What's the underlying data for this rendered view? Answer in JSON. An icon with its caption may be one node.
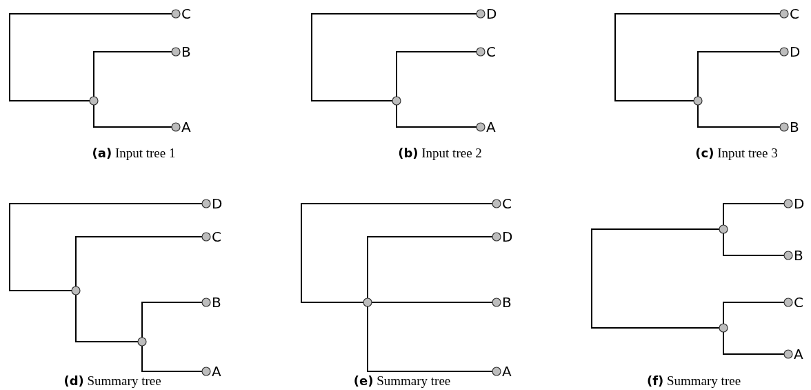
{
  "diagram": {
    "nodes": [
      {
        "text": [
          "**(a)** Input tree 1"
        ]
      },
      {
        "text": [
          "C"
        ],
        "in": 0
      },
      {
        "text": [
          "B"
        ],
        "in": 0
      },
      {
        "text": [],
        "shape": "circle",
        "in": 0
      },
      {
        "text": [
          "A"
        ],
        "in": 0
      },
      {
        "text": [
          "**(b)** Input tree 2"
        ]
      },
      {
        "text": [
          "D"
        ],
        "in": 5
      },
      {
        "text": [
          "C"
        ],
        "in": 5
      },
      {
        "text": [],
        "shape": "circle",
        "in": 5
      },
      {
        "text": [
          "A"
        ],
        "in": 5
      },
      {
        "text": [
          "**(c)** Input tree 3"
        ]
      },
      {
        "text": [
          "C"
        ],
        "in": 10
      },
      {
        "text": [
          "D"
        ],
        "in": 10
      },
      {
        "text": [],
        "shape": "circle",
        "in": 10
      },
      {
        "text": [
          "B"
        ],
        "in": 10
      },
      {
        "text": [
          "**(d)** Summary tree"
        ]
      },
      {
        "text": [
          "D"
        ],
        "in": 15
      },
      {
        "text": [
          "C"
        ],
        "in": 15
      },
      {
        "text": [],
        "shape": "circle",
        "in": 15
      },
      {
        "text": [
          "B"
        ],
        "in": 15
      },
      {
        "text": [],
        "shape": "circle",
        "in": 15
      },
      {
        "text": [
          "A"
        ],
        "in": 15
      },
      {
        "text": [
          "**(e)** Summary tree"
        ]
      },
      {
        "text": [
          "C"
        ],
        "in": 22
      },
      {
        "text": [
          "D"
        ],
        "in": 22
      },
      {
        "text": [],
        "shape": "circle",
        "in": 22
      },
      {
        "text": [
          "B"
        ],
        "in": 22
      },
      {
        "text": [
          "A"
        ],
        "in": 22
      },
      {
        "text": [
          "**(f)** Summary tree"
        ]
      },
      {
        "text": [
          "D"
        ],
        "in": 28
      },
      {
        "text": [],
        "shape": "circle",
        "in": 28
      },
      {
        "text": [
          "B"
        ],
        "in": 28
      },
      {
        "text": [
          "C"
        ],
        "in": 28
      },
      {
        "text": [],
        "shape": "circle",
        "in": 28
      },
      {
        "text": [
          "A"
        ],
        "in": 28
      }
    ],
    "edges": [
      {
        "from": 3,
        "to": 1,
        "arrow": "none"
      },
      {
        "from": 3,
        "to": 2,
        "arrow": "none"
      },
      {
        "from": 3,
        "to": 4,
        "arrow": "none"
      },
      {
        "from": 8,
        "to": 6,
        "arrow": "none"
      },
      {
        "from": 8,
        "to": 7,
        "arrow": "none"
      },
      {
        "from": 8,
        "to": 9,
        "arrow": "none"
      },
      {
        "from": 13,
        "to": 11,
        "arrow": "none"
      },
      {
        "from": 13,
        "to": 12,
        "arrow": "none"
      },
      {
        "from": 13,
        "to": 14,
        "arrow": "none"
      },
      {
        "from": 18,
        "to": 16,
        "arrow": "none"
      },
      {
        "from": 18,
        "to": 17,
        "arrow": "none"
      },
      {
        "from": 18,
        "to": 20,
        "arrow": "none"
      },
      {
        "from": 20,
        "to": 19,
        "arrow": "none"
      },
      {
        "from": 20,
        "to": 21,
        "arrow": "none"
      },
      {
        "from": 25,
        "to": 23,
        "arrow": "none"
      },
      {
        "from": 25,
        "to": 24,
        "arrow": "none"
      },
      {
        "from": 25,
        "to": 26,
        "arrow": "none"
      },
      {
        "from": 25,
        "to": 27,
        "arrow": "none"
      },
      {
        "from": 30,
        "to": 33,
        "arrow": "none"
      },
      {
        "from": 30,
        "to": 29,
        "arrow": "none"
      },
      {
        "from": 30,
        "to": 31,
        "arrow": "none"
      },
      {
        "from": 33,
        "to": 32,
        "arrow": "none"
      },
      {
        "from": 33,
        "to": 34,
        "arrow": "none"
      }
    ]
  }
}
